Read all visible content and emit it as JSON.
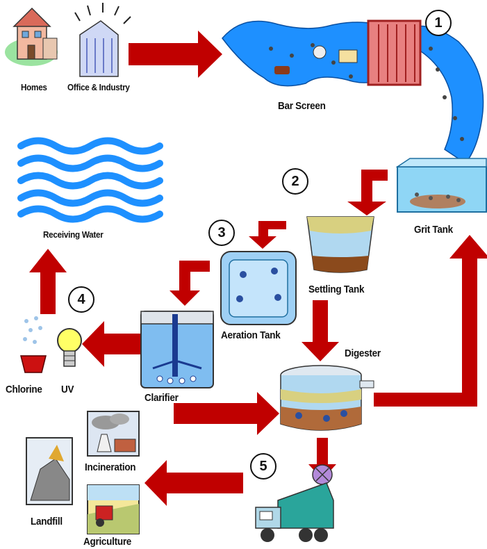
{
  "labels": {
    "homes": "Homes",
    "office_industry": "Office & Industry",
    "bar_screen": "Bar Screen",
    "grit_tank": "Grit Tank",
    "settling_tank": "Settling Tank",
    "aeration_tank": "Aeration Tank",
    "receiving_water": "Receiving Water",
    "clarifier": "Clarifier",
    "chlorine": "Chlorine",
    "uv": "UV",
    "digester": "Digester",
    "incineration": "Incineration",
    "landfill": "Landfill",
    "agriculture": "Agriculture"
  },
  "steps": [
    "1",
    "2",
    "3",
    "4",
    "5"
  ],
  "colors": {
    "arrow": "#c00000",
    "water": "#1e90ff",
    "screen": "#e88080",
    "sludge": "#8b4a1c"
  }
}
